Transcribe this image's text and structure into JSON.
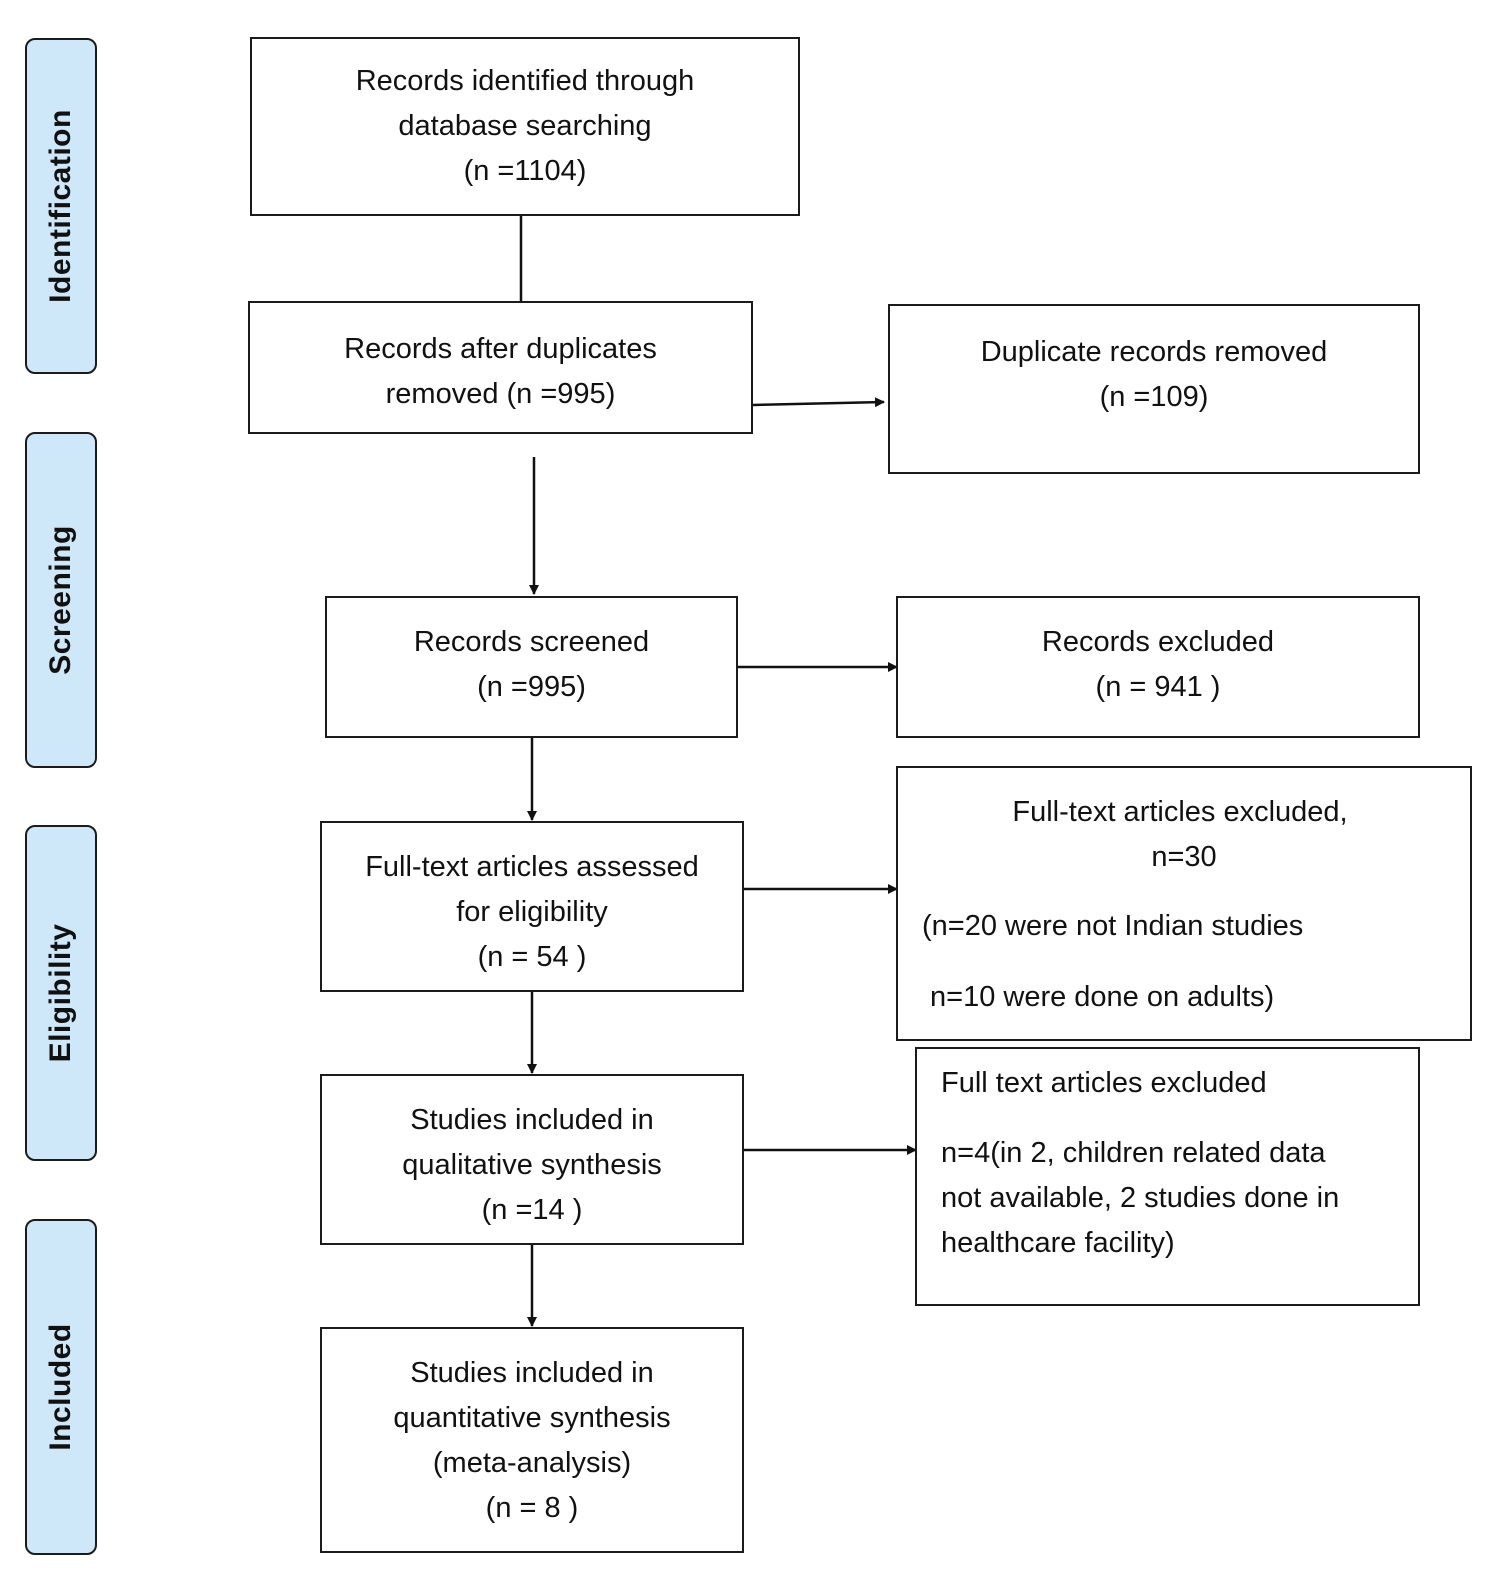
{
  "stages": {
    "identification": "Identification",
    "screening": "Screening",
    "eligibility": "Eligibility",
    "included": "Included"
  },
  "boxes": {
    "identified": {
      "line1": "Records identified through",
      "line2": "database searching",
      "line3": "(n =1104)"
    },
    "after_duplicates": {
      "line1": "Records after duplicates",
      "line2": "removed (n =995)"
    },
    "duplicates_removed": {
      "line1": "Duplicate records removed",
      "line2": "(n =109)"
    },
    "screened": {
      "line1": "Records screened",
      "line2": "(n =995)"
    },
    "excluded": {
      "line1": "Records excluded",
      "line2": "(n = 941  )"
    },
    "fulltext_assessed": {
      "line1": "Full-text articles assessed",
      "line2": "for eligibility",
      "line3": "(n = 54  )"
    },
    "fulltext_excluded": {
      "line1": "Full-text articles excluded,",
      "line2": "n=30",
      "line3": "(n=20 were not Indian studies",
      "line4": "n=10 were done on adults)"
    },
    "qualitative": {
      "line1": "Studies included in",
      "line2": "qualitative synthesis",
      "line3": "(n =14   )"
    },
    "fulltext_excluded_2": {
      "line1": "Full text articles excluded",
      "line2": "n=4(in 2, children related data",
      "line3": "not available, 2 studies done in",
      "line4": "healthcare facility)"
    },
    "quantitative": {
      "line1": "Studies included in",
      "line2": "quantitative synthesis",
      "line3": "(meta-analysis)",
      "line4": "(n = 8  )"
    }
  }
}
